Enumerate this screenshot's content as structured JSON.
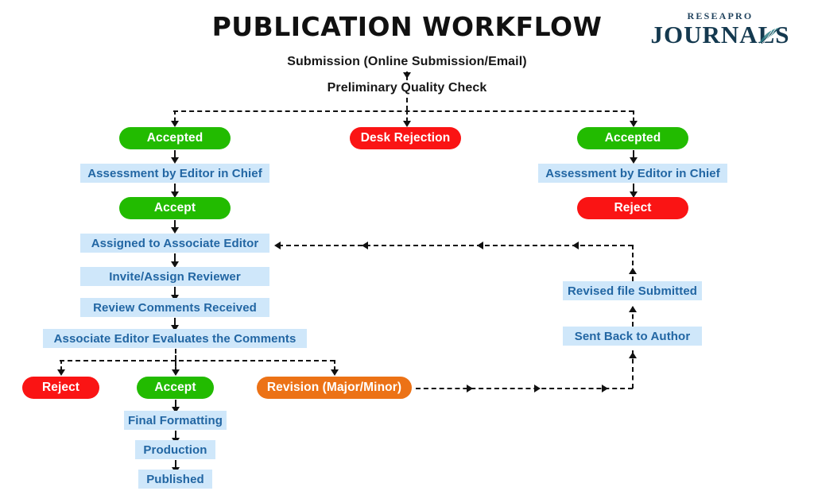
{
  "header": {
    "title": "PUBLICATION WORKFLOW",
    "logo_top": "RESEAPRO",
    "logo_main": "JOURNALS",
    "logo_icon": "leaf-icon"
  },
  "colors": {
    "accept_green": "#22bb00",
    "reject_red": "#fa1414",
    "revision_orange": "#ec7216",
    "step_box_bg": "#cfe7fa",
    "step_box_text": "#2266a3",
    "connector": "#111111",
    "background": "#ffffff",
    "title_text": "#111111",
    "logo_text": "#14394f"
  },
  "flow": {
    "intake": [
      {
        "id": "submission",
        "label": "Submission (Online Submission/Email)",
        "style": "plain"
      },
      {
        "id": "preliminary-quality-check",
        "label": "Preliminary Quality Check",
        "style": "plain"
      }
    ],
    "left_branch": [
      {
        "id": "accepted-left",
        "label": "Accepted",
        "style": "pill-green"
      },
      {
        "id": "assessment-editor-in-chief-left",
        "label": "Assessment by Editor in Chief",
        "style": "blue"
      },
      {
        "id": "accept-left",
        "label": "Accept",
        "style": "pill-green"
      },
      {
        "id": "assigned-associate-editor",
        "label": "Assigned to Associate Editor",
        "style": "blue"
      },
      {
        "id": "invite-assign-reviewer",
        "label": "Invite/Assign Reviewer",
        "style": "blue"
      },
      {
        "id": "review-comments-received",
        "label": "Review Comments Received",
        "style": "blue"
      },
      {
        "id": "associate-editor-evaluates",
        "label": "Associate Editor Evaluates the Comments",
        "style": "blue"
      }
    ],
    "middle_branch": [
      {
        "id": "desk-rejection",
        "label": "Desk Rejection",
        "style": "pill-red"
      }
    ],
    "right_branch": [
      {
        "id": "accepted-right",
        "label": "Accepted",
        "style": "pill-green"
      },
      {
        "id": "assessment-editor-in-chief-right",
        "label": "Assessment by Editor in Chief",
        "style": "blue"
      },
      {
        "id": "reject-right",
        "label": "Reject",
        "style": "pill-red"
      }
    ],
    "decision_outcomes": [
      {
        "id": "reject-final",
        "label": "Reject",
        "style": "pill-red"
      },
      {
        "id": "accept-final",
        "label": "Accept",
        "style": "pill-green"
      },
      {
        "id": "revision",
        "label": "Revision (Major/Minor)",
        "style": "pill-orange"
      }
    ],
    "production_chain": [
      {
        "id": "final-formatting",
        "label": "Final Formatting",
        "style": "blue"
      },
      {
        "id": "production",
        "label": "Production",
        "style": "blue"
      },
      {
        "id": "published",
        "label": "Published",
        "style": "blue"
      }
    ],
    "revision_loop": [
      {
        "id": "sent-back-to-author",
        "label": "Sent Back to Author",
        "style": "blue"
      },
      {
        "id": "revised-file-submitted",
        "label": "Revised file Submitted",
        "style": "blue"
      }
    ]
  }
}
